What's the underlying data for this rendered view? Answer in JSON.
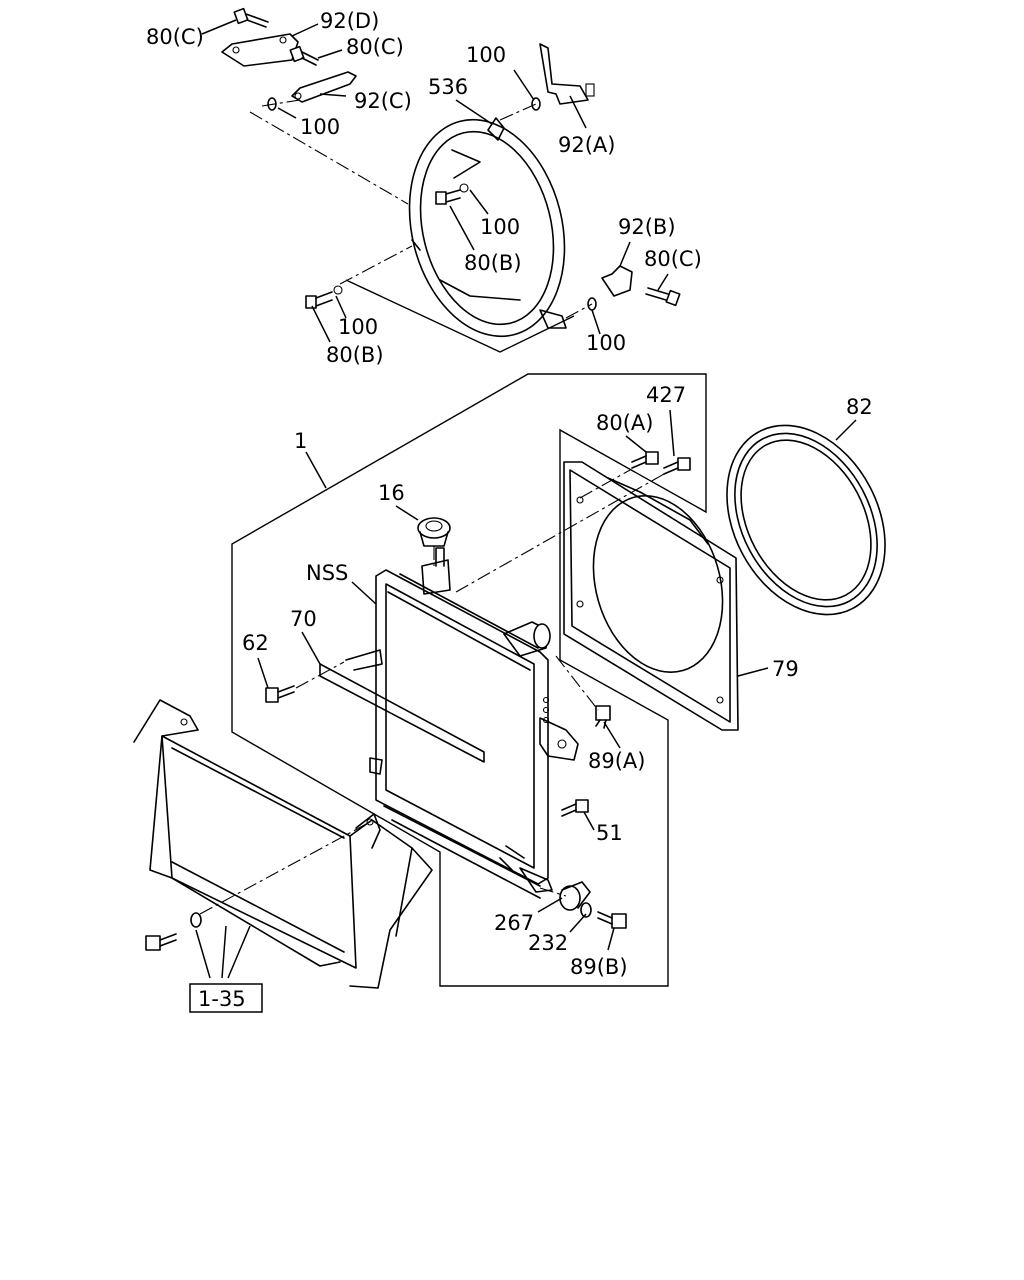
{
  "labels": {
    "p80c_top": "80(C)",
    "p92d": "92(D)",
    "p80c_mid": "80(C)",
    "p92c": "92(C)",
    "p100_a": "100",
    "p100_b": "100",
    "p536": "536",
    "p92a": "92(A)",
    "p100_c": "100",
    "p80b_c": "80(B)",
    "p92b": "92(B)",
    "p80c_r": "80(C)",
    "p100_d": "100",
    "p80b_l": "80(B)",
    "p100_e": "100",
    "p1": "1",
    "p427": "427",
    "p80a": "80(A)",
    "p82": "82",
    "p16": "16",
    "nss": "NSS",
    "p70": "70",
    "p62": "62",
    "p79": "79",
    "p89a": "89(A)",
    "p51": "51",
    "p267": "267",
    "p232": "232",
    "p89b": "89(B)",
    "ref_box": "1-35"
  }
}
